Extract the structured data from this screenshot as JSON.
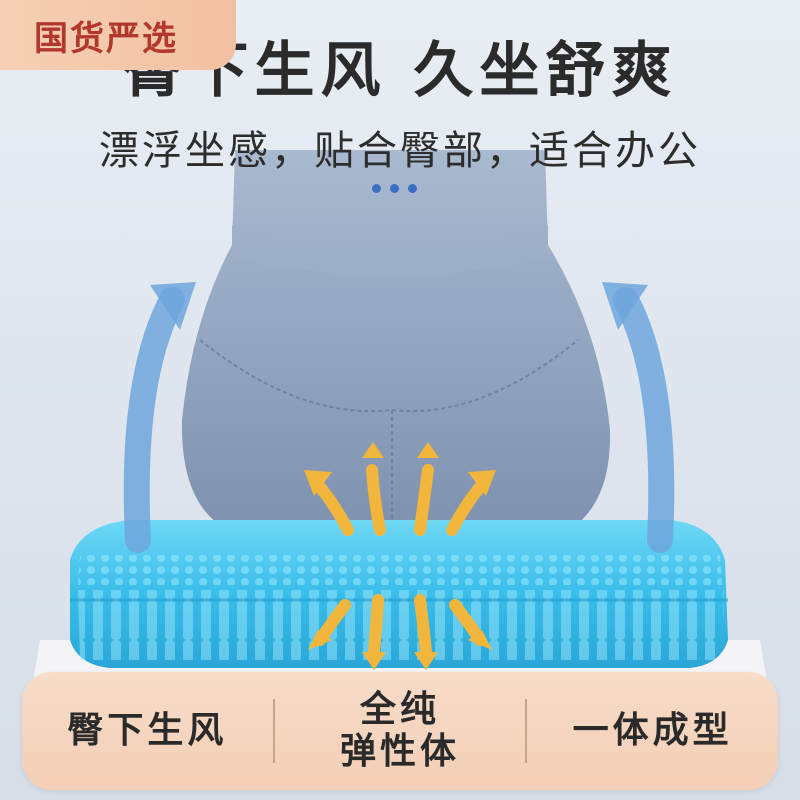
{
  "badge": {
    "text": "国货严选"
  },
  "headline": "臀下生风 久坐舒爽",
  "subline": "漂浮坐感，贴合臀部，适合办公",
  "features": [
    {
      "line1": "臀下生风",
      "line2": ""
    },
    {
      "line1": "全纯",
      "line2": "弹性体"
    },
    {
      "line1": "一体成型",
      "line2": ""
    }
  ],
  "colors": {
    "badge_text": "#b2372d",
    "cushion": "#3ec3ee",
    "arrow_blue": "#6fa6dc",
    "arrow_yellow": "#f3b63c"
  }
}
